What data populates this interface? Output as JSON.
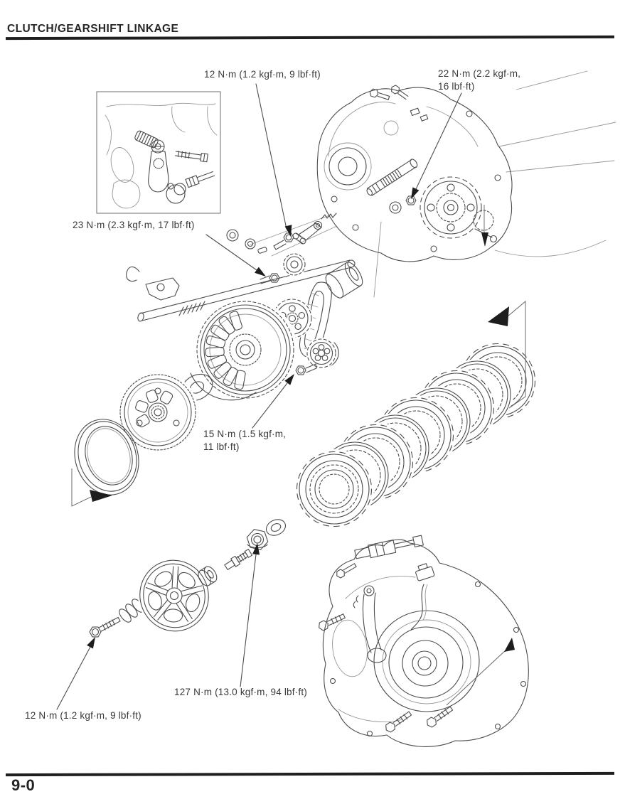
{
  "page": {
    "title": "CLUTCH/GEARSHIFT LINKAGE",
    "page_number": "9-0"
  },
  "torque_labels": {
    "shift_arm_pinch_bolt": "12 N·m (1.2 kgf·m, 9 lbf·ft)",
    "drum_stopper_line1": "22 N·m (2.2 kgf·m,",
    "drum_stopper_line2": "16 lbf·ft)",
    "stopper_arm_bolt": "23 N·m (2.3 kgf·m, 17 lbf·ft)",
    "oil_pump_sprocket_bolt_line1": "15 N·m (1.5 kgf·m,",
    "oil_pump_sprocket_bolt_line2": "11 lbf·ft)",
    "clutch_locknut": "127 N·m (13.0 kgf·m, 94 lbf·ft)",
    "lifter_plate_bolt": "12 N·m (1.2 kgf·m, 9 lbf·ft)"
  }
}
